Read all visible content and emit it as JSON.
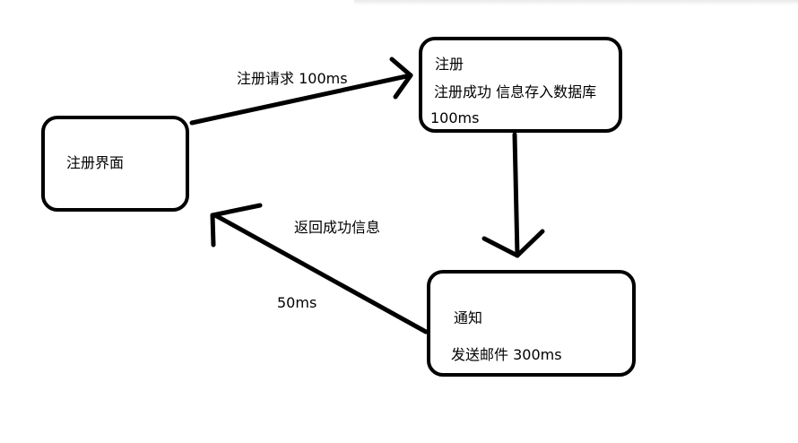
{
  "nodes": {
    "signup_page": {
      "label": "注册界面"
    },
    "register": {
      "title": "注册",
      "line2": "注册成功 信息存入数据库",
      "line3": "100ms"
    },
    "notify": {
      "title": "通知",
      "line2": "发送邮件  300ms"
    }
  },
  "edges": {
    "request": {
      "label": "注册请求  100ms"
    },
    "return": {
      "label": "返回成功信息",
      "time": "50ms"
    }
  },
  "colors": {
    "stroke": "#000000",
    "background": "#ffffff"
  }
}
